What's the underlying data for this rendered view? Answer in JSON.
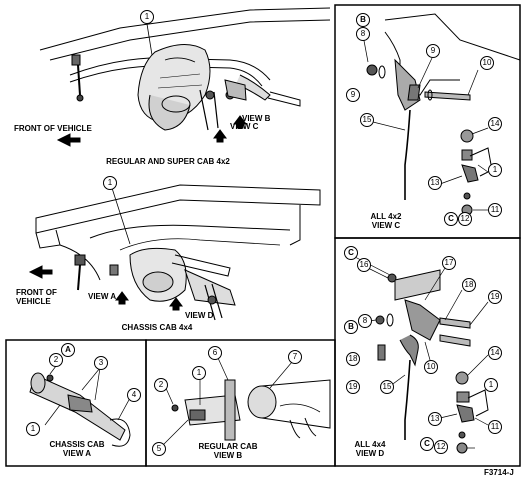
{
  "figure_id": "F3714-J",
  "captions": {
    "regular_super_cab": "REGULAR AND SUPER CAB 4x2",
    "chassis_cab_4x4": "CHASSIS CAB 4x4",
    "all_4x2_view_c": [
      "ALL 4x2",
      "VIEW C"
    ],
    "all_4x4_view_d": [
      "ALL 4x4",
      "VIEW D"
    ],
    "chassis_cab_view_a": [
      "CHASSIS CAB",
      "VIEW A"
    ],
    "regular_cab_view_b": [
      "REGULAR CAB",
      "VIEW B"
    ]
  },
  "labels": {
    "front_of_vehicle_top": "FRONT OF VEHICLE",
    "front_of_vehicle_mid": [
      "FRONT OF",
      "VEHICLE"
    ],
    "view_a": "VIEW A",
    "view_b": "VIEW B",
    "view_c": "VIEW C",
    "view_d": "VIEW D"
  },
  "callouts": {
    "top_main": "1",
    "mid_main": "1",
    "view_c": [
      "B",
      "8",
      "9",
      "9",
      "10",
      "15",
      "14",
      "1",
      "13",
      "11",
      "C",
      "12"
    ],
    "view_d": [
      "C",
      "16",
      "17",
      "18",
      "19",
      "B",
      "8",
      "18",
      "19",
      "15",
      "10",
      "14",
      "1",
      "13",
      "11",
      "C",
      "12"
    ],
    "view_a": [
      "A",
      "2",
      "3",
      "1",
      "4"
    ],
    "view_b": [
      "6",
      "7",
      "1",
      "2",
      "5"
    ]
  }
}
